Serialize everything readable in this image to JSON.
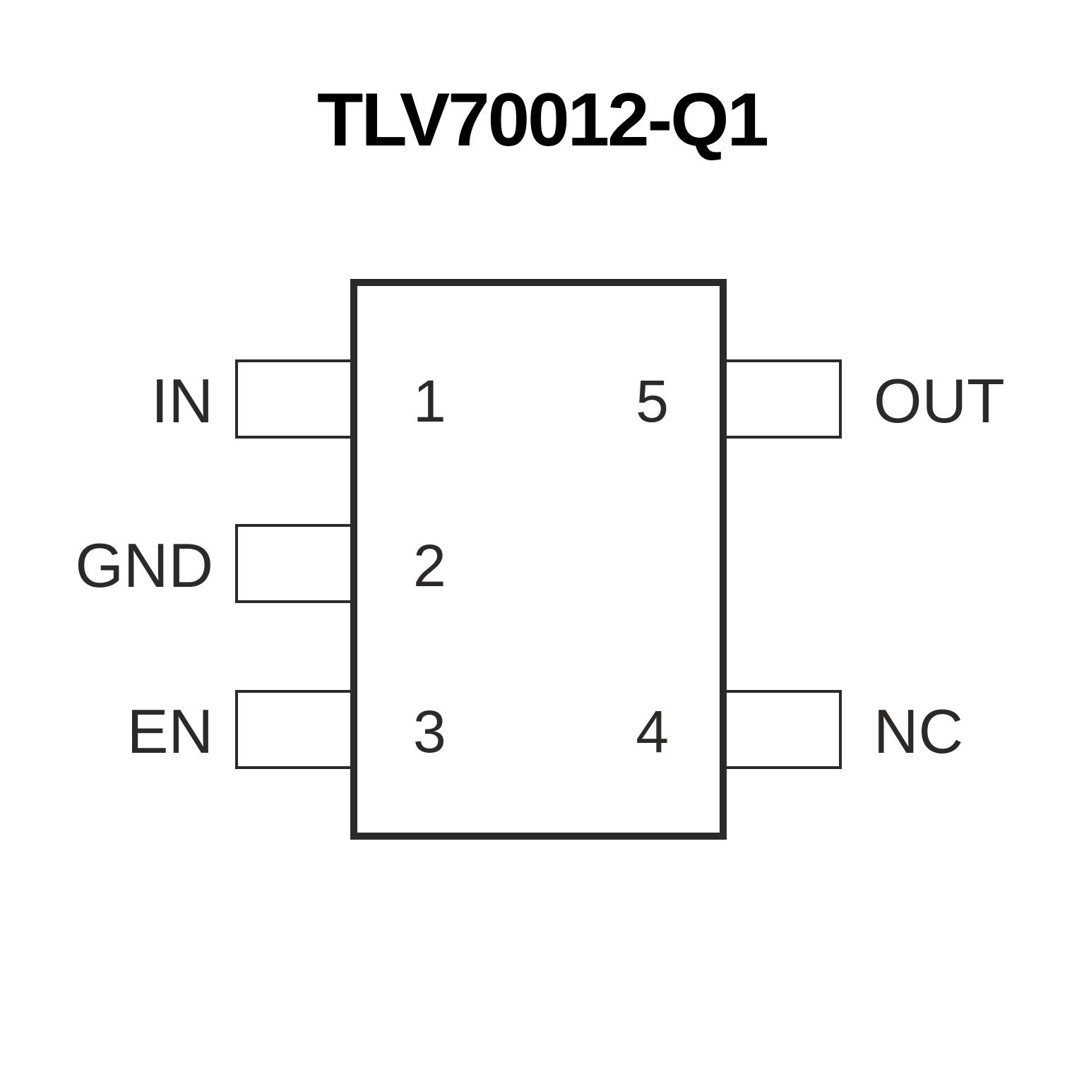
{
  "title": "TLV70012-Q1",
  "diagram": {
    "type": "ic-pinout",
    "package_pins": {
      "left": [
        {
          "number": "1",
          "label": "IN"
        },
        {
          "number": "2",
          "label": "GND"
        },
        {
          "number": "3",
          "label": "EN"
        }
      ],
      "right": [
        {
          "number": "5",
          "label": "OUT"
        },
        {
          "number": "4",
          "label": "NC"
        }
      ]
    }
  },
  "colors": {
    "line": "#2b2a29",
    "title_text": "#000000",
    "background": "#ffffff"
  }
}
